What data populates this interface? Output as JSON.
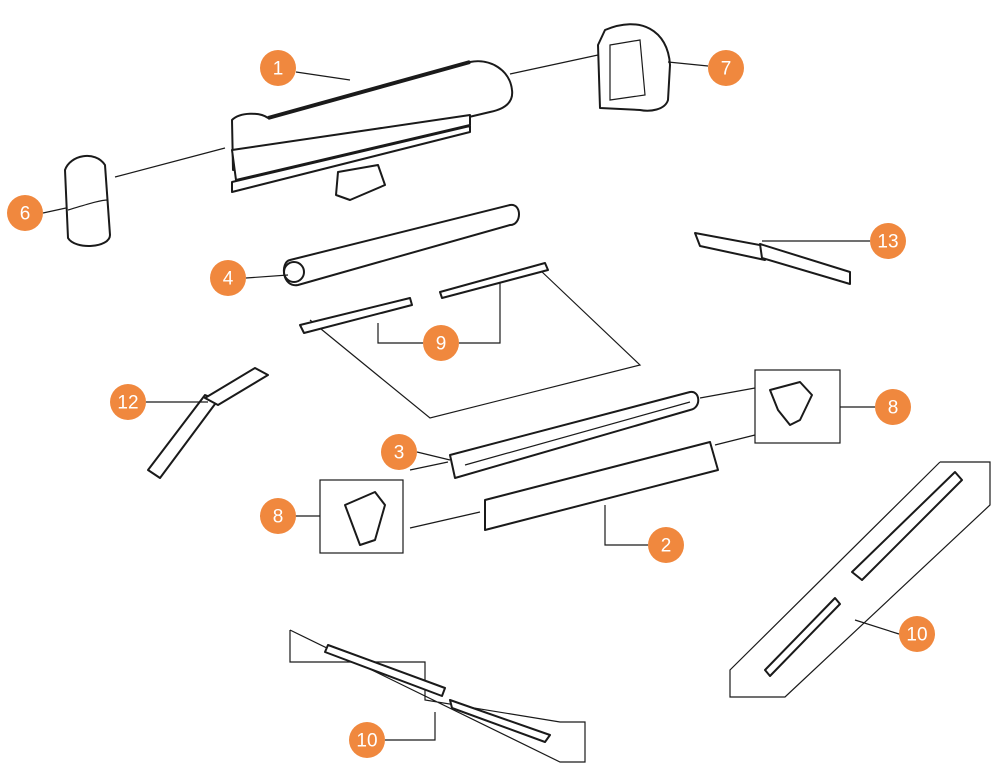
{
  "accent_color": "#f0883e",
  "callouts": [
    {
      "id": "cassette-cover",
      "label": "1"
    },
    {
      "id": "end-cap-right",
      "label": "7"
    },
    {
      "id": "end-cap-left",
      "label": "6"
    },
    {
      "id": "arm-13",
      "label": "13"
    },
    {
      "id": "roller-tube",
      "label": "4"
    },
    {
      "id": "spring-axles",
      "label": "9"
    },
    {
      "id": "arm-12",
      "label": "12"
    },
    {
      "id": "bracket-right",
      "label": "8"
    },
    {
      "id": "lead-rail",
      "label": "3"
    },
    {
      "id": "bracket-left",
      "label": "8"
    },
    {
      "id": "valance-rail",
      "label": "2"
    },
    {
      "id": "support-leg-right",
      "label": "10"
    },
    {
      "id": "support-leg-bottom",
      "label": "10"
    }
  ]
}
